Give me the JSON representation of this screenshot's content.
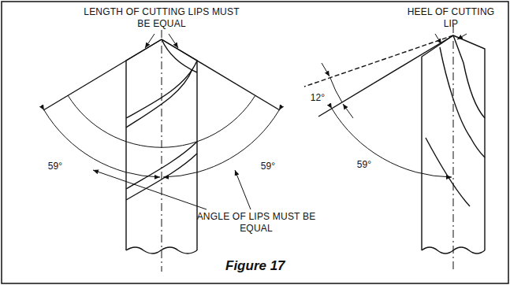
{
  "diagram": {
    "caption": "Figure 17",
    "labels": [
      "LENGTH OF CUTTING LIPS MUST BE EQUAL",
      "HEEL OF CUTTING LIP",
      "59°",
      "59°",
      "ANGLE OF LIPS MUST BE EQUAL",
      "12°",
      "59°"
    ]
  }
}
